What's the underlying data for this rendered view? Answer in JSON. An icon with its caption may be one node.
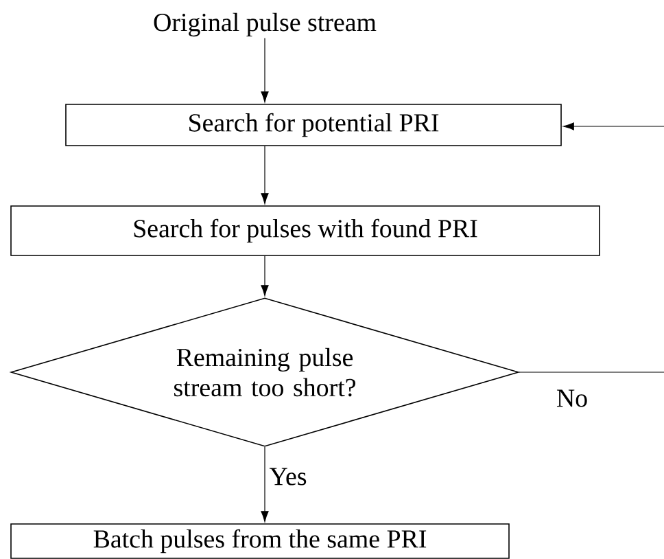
{
  "diagram": {
    "nodes": [
      {
        "text": [
          "Original pulse stream"
        ]
      },
      {
        "text": [
          "Search for potential PRI"
        ]
      },
      {
        "text": [
          "Search for pulses with found PRI"
        ]
      },
      {
        "text": [
          "Remaining pulse stream too short?"
        ]
      },
      {
        "text": [
          "Batch pulses from the same PRI"
        ]
      }
    ],
    "edges": [
      {
        "from": 0,
        "to": 1,
        "arrow": "to"
      },
      {
        "from": null,
        "to": 1,
        "arrow": "to"
      },
      {
        "from": 1,
        "to": 2,
        "arrow": "to"
      },
      {
        "from": 2,
        "to": 3,
        "arrow": "to"
      },
      {
        "from": 3,
        "to": null,
        "label": "No",
        "arrow": "none"
      },
      {
        "from": 3,
        "to": 4,
        "label": "Yes",
        "arrow": "to"
      }
    ]
  }
}
